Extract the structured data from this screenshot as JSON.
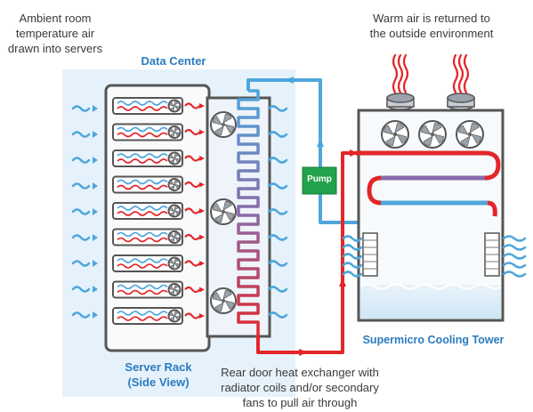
{
  "labels": {
    "ambient": [
      "Ambient room",
      "temperature air",
      "drawn into servers"
    ],
    "warm_air": [
      "Warm air is returned to",
      "the outside environment"
    ],
    "data_center": "Data Center",
    "pump": "Pump",
    "server_rack": [
      "Server Rack",
      "(Side View)"
    ],
    "cooling_tower": "Supermicro Cooling Tower",
    "rear_door": [
      "Rear door heat exchanger with",
      "radiator coils and/or secondary",
      "fans to pull air through"
    ]
  },
  "server_count": 9,
  "rack_fan_count": 3,
  "tower_fan_count": 3,
  "colors": {
    "cold": "#4ea6dc",
    "hot": "#e3262a",
    "outline": "#555555",
    "datacenter_bg": "#e6f2fb",
    "pump": "#22a24a",
    "label_blue": "#2a7bbf",
    "water": "#cfe6f5"
  }
}
